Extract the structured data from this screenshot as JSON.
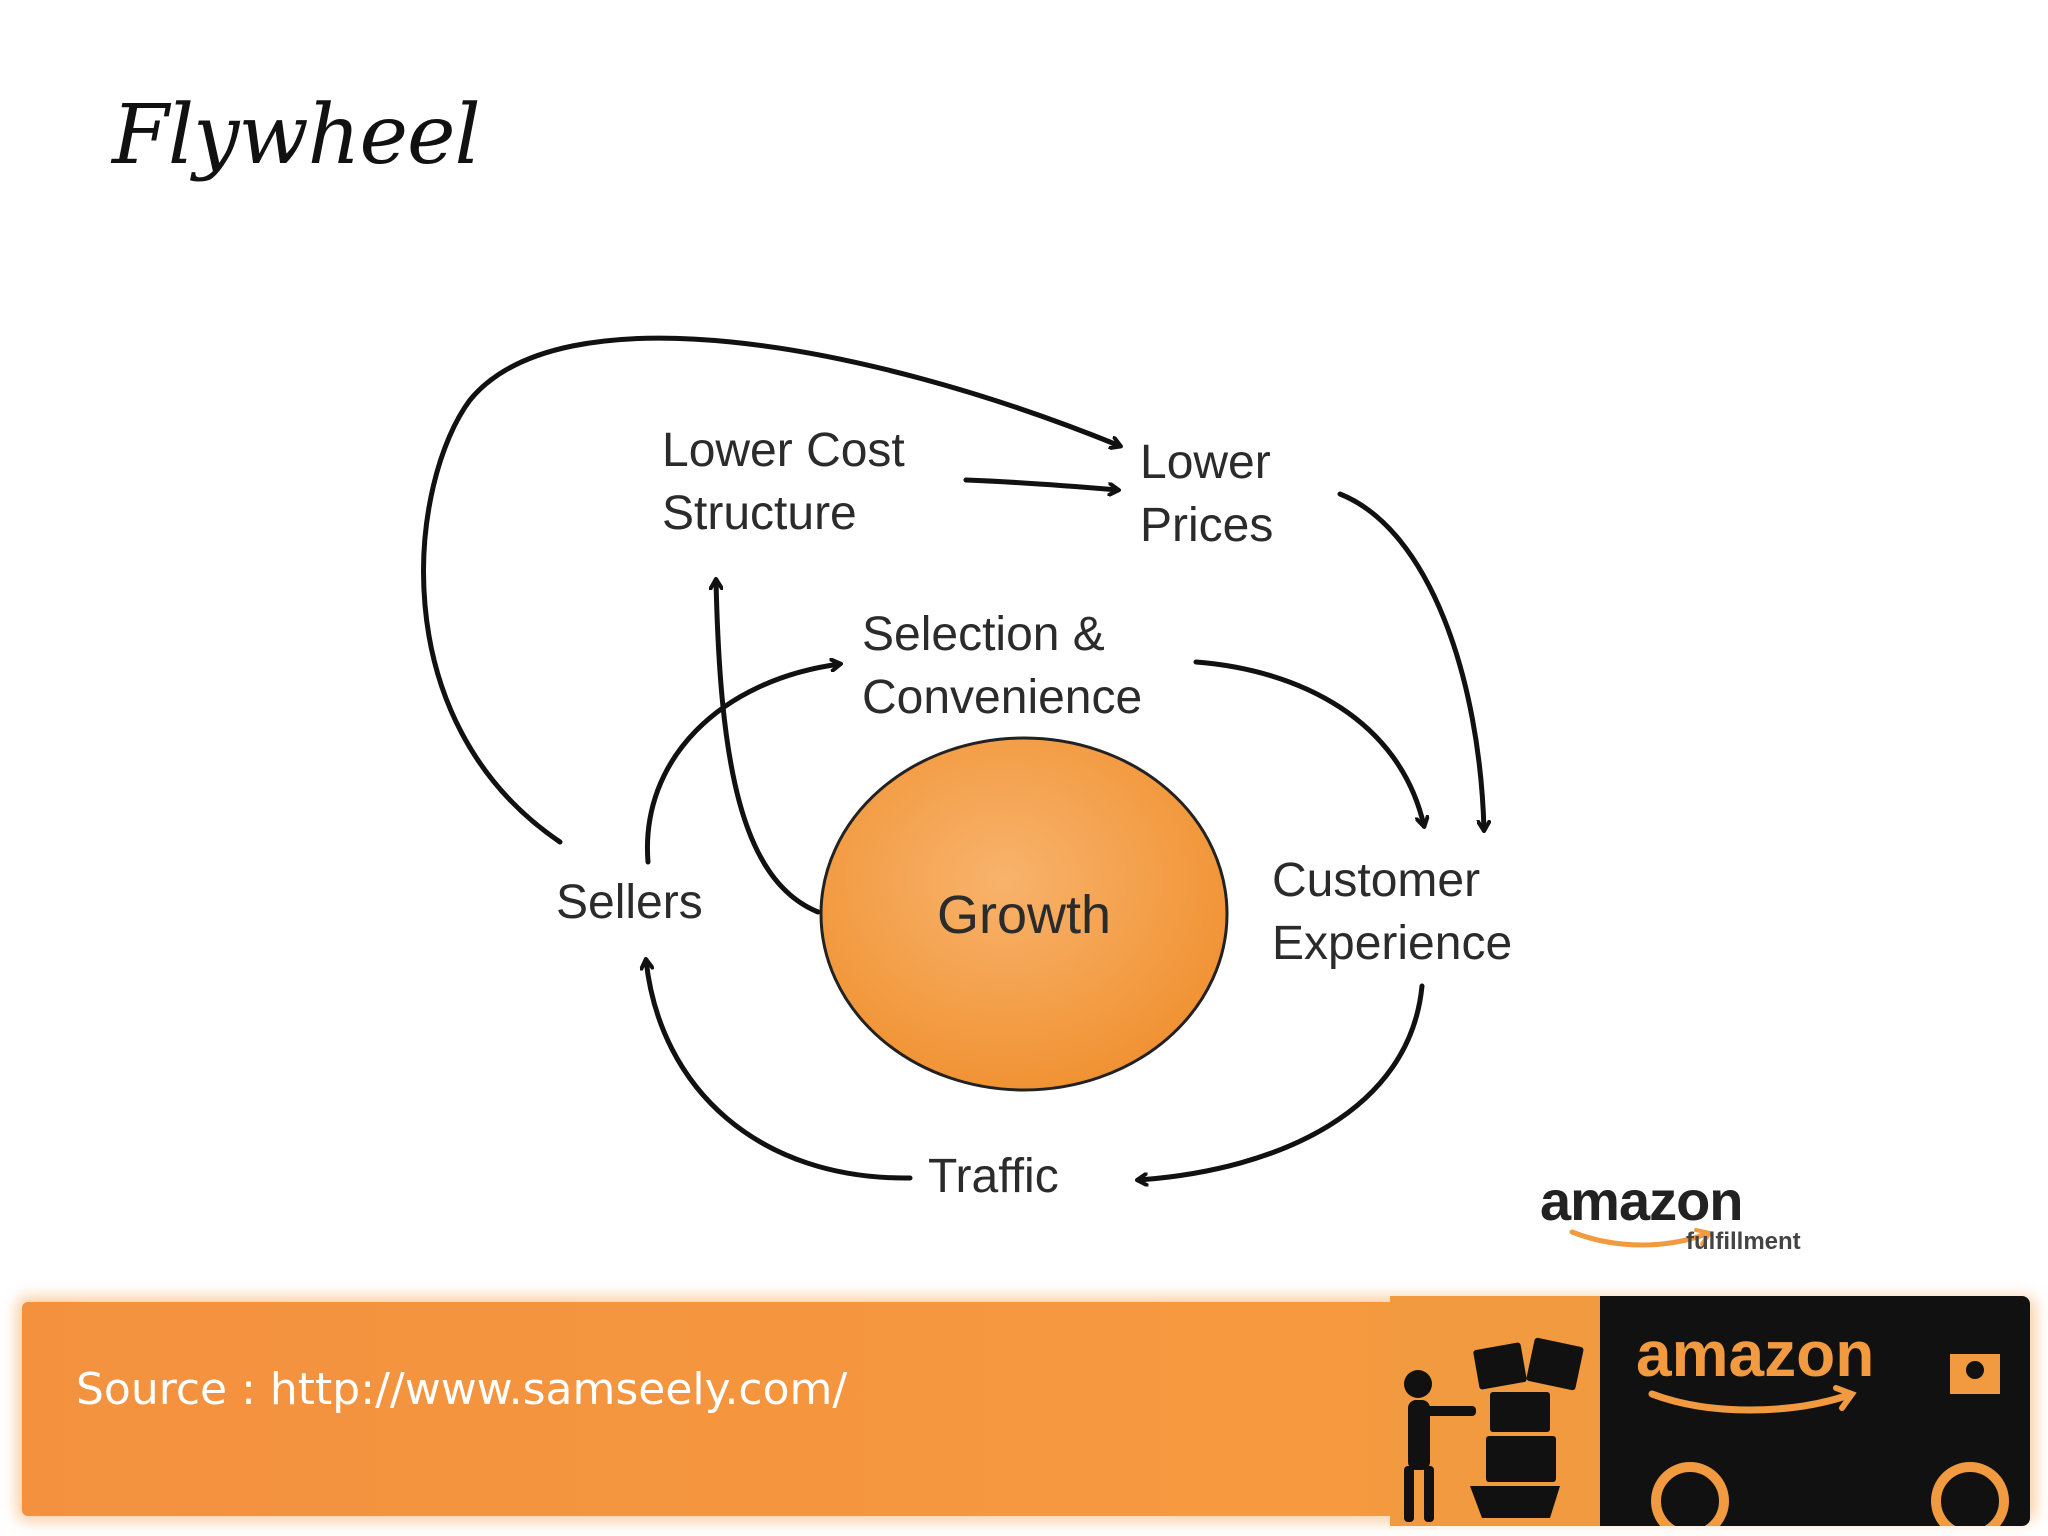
{
  "slide": {
    "title": "Flywheel",
    "source": "Source : http://www.samseely.com/"
  },
  "diagram": {
    "center": "Growth",
    "nodes": {
      "lower_cost": [
        "Lower Cost",
        "Structure"
      ],
      "lower_prices": [
        "Lower",
        "Prices"
      ],
      "selection": [
        "Selection &",
        "Convenience"
      ],
      "customer_experience": [
        "Customer",
        "Experience"
      ],
      "traffic": "Traffic",
      "sellers": "Sellers"
    }
  },
  "logos": {
    "small_brand": "amazon",
    "small_sub": "fulfillment",
    "truck_brand": "amazon"
  },
  "colors": {
    "accent_orange": "#f6993f",
    "growth_fill": "#f5a24e",
    "text": "#2b2b2b"
  }
}
